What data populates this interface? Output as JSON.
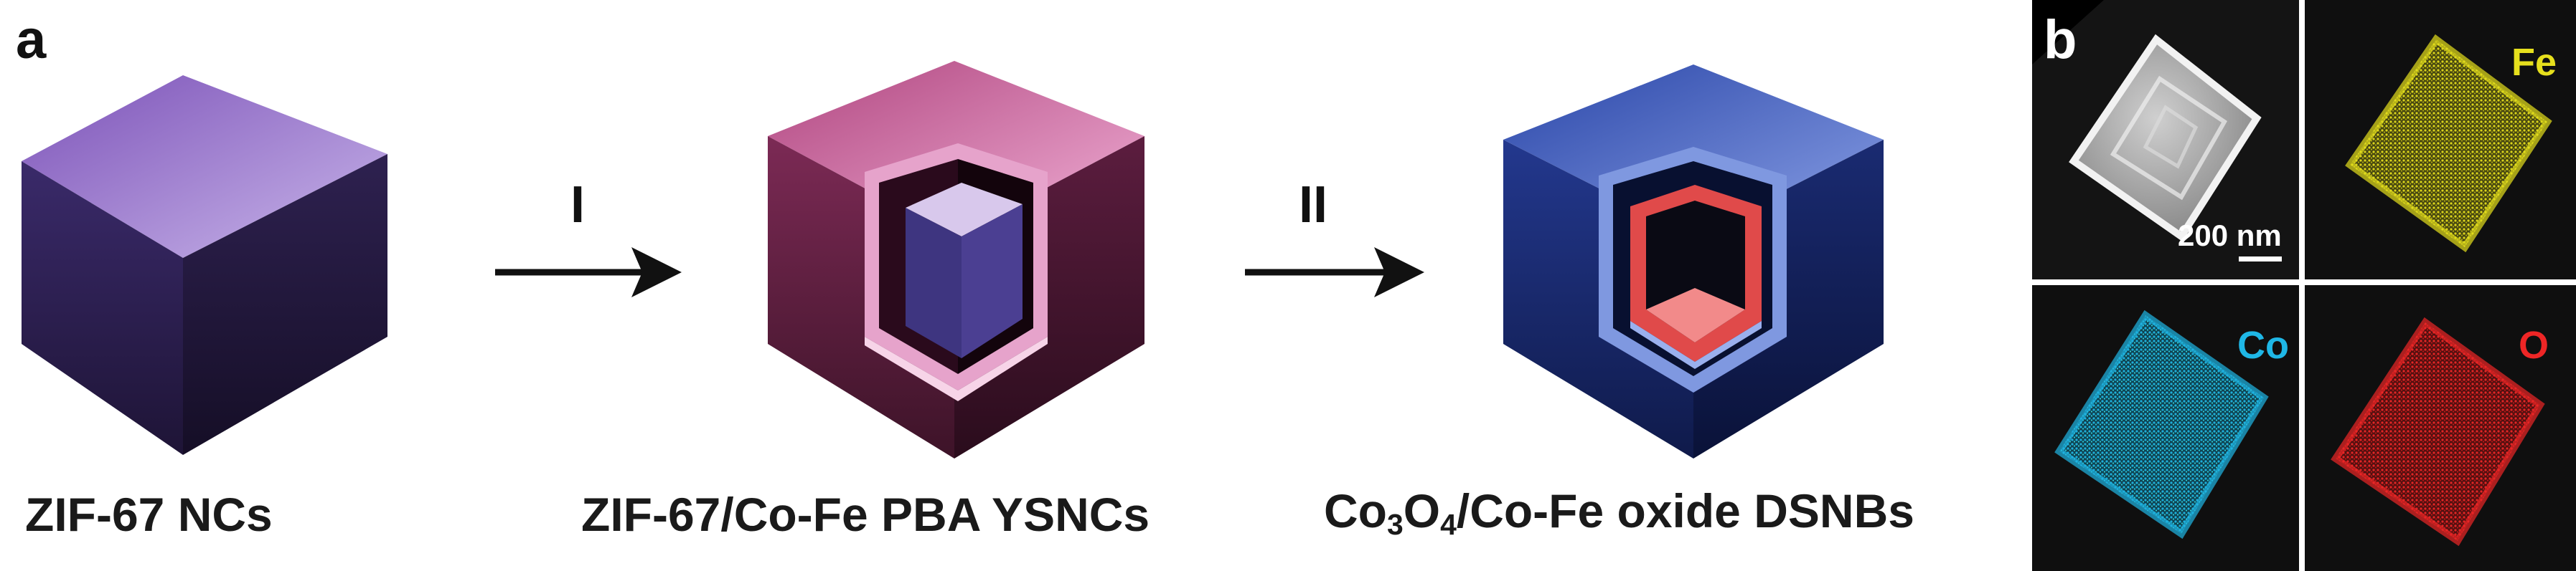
{
  "panel_a": {
    "letter": "a",
    "steps": [
      "I",
      "II"
    ],
    "captions": {
      "zif67": "ZIF-67 NCs",
      "ysnc": "ZIF-67/Co-Fe PBA YSNCs",
      "dsnb_prefix": "Co",
      "dsnb_sub1": "3",
      "dsnb_mid": "O",
      "dsnb_sub2": "4",
      "dsnb_suffix": "/Co-Fe oxide DSNBs"
    }
  },
  "panel_b": {
    "letter": "b",
    "scale_bar": "200 nm",
    "maps": [
      {
        "element": "Fe",
        "color": "#e6df1d"
      },
      {
        "element": "Co",
        "color": "#1fb7e6"
      },
      {
        "element": "O",
        "color": "#ee2626"
      }
    ]
  },
  "colors": {
    "zif_cube_top": "#a98fd8",
    "ysnc_shell_top": "#dd86bd",
    "dsnb_shell_top": "#5e79d1",
    "arrow": "#111111",
    "map_background": "#0f0f0f"
  }
}
